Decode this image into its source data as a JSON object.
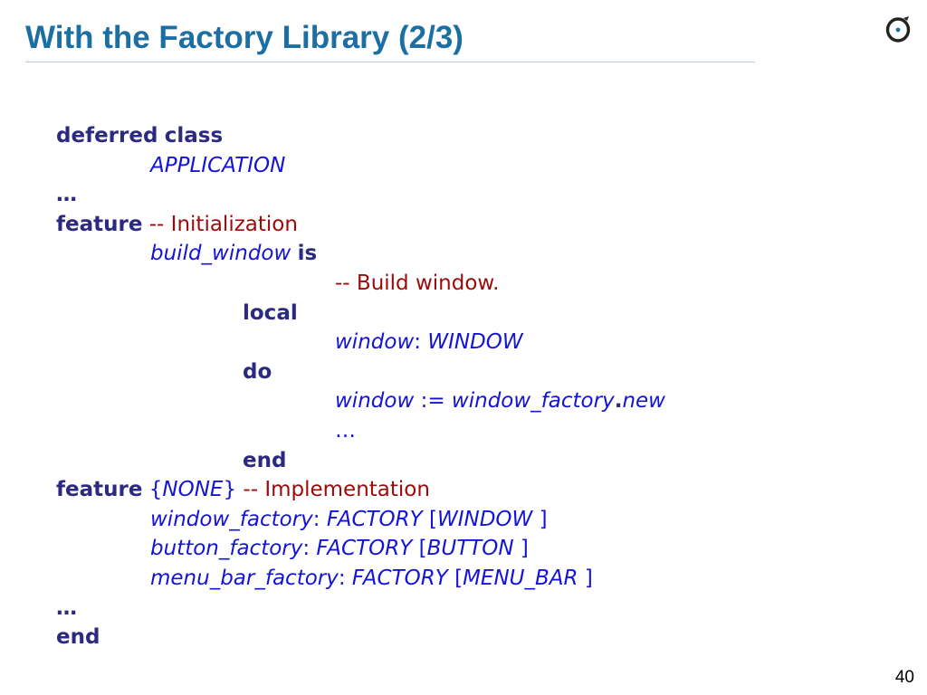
{
  "slide": {
    "title": "With the Factory Library (2/3)",
    "page_number": "40"
  },
  "code": {
    "l1": {
      "kw1": "deferred",
      "kw2": "class"
    },
    "l2": {
      "id": "APPLICATION"
    },
    "l3": {
      "ellipsis": "…"
    },
    "l4": {
      "kw": "feature",
      "comment_dash": "--",
      "comment": "Initialization"
    },
    "l5": {
      "id": "build_window",
      "kw": "is"
    },
    "l6": {
      "comment": "-- Build window."
    },
    "l7": {
      "kw": "local"
    },
    "l8": {
      "id": "window",
      "sep": ":",
      "type": "WINDOW"
    },
    "l9": {
      "kw": "do"
    },
    "l10": {
      "id1": "window",
      "op": ":=",
      "id2": "window_factory",
      "dot": ".",
      "id3": "new"
    },
    "l11": {
      "ellipsis": "…"
    },
    "l12": {
      "kw": "end"
    },
    "l13": {
      "kw": "feature",
      "open": "{",
      "id": "NONE",
      "close": "}",
      "comment_dash": "--",
      "comment": "Implementation"
    },
    "l14": {
      "id": "window_factory",
      "sep": ":",
      "type": "FACTORY",
      "open": "[",
      "param": "WINDOW",
      "close": "]"
    },
    "l15": {
      "id": "button_factory",
      "sep": ":",
      "type": "FACTORY",
      "open": "[",
      "param": "BUTTON",
      "close": "]"
    },
    "l16": {
      "id": "menu_bar_factory",
      "sep": ":",
      "type": "FACTORY",
      "open": "[",
      "param": "MENU_BAR",
      "close": "]"
    },
    "l17": {
      "ellipsis": "…"
    },
    "l18": {
      "kw": "end"
    }
  },
  "colors": {
    "title": "#1c6fa3",
    "keyword": "#2b2a80",
    "identifier": "#1414d8",
    "comment": "#9b0b0b"
  },
  "logo_icon": "eiffel-logo-icon"
}
